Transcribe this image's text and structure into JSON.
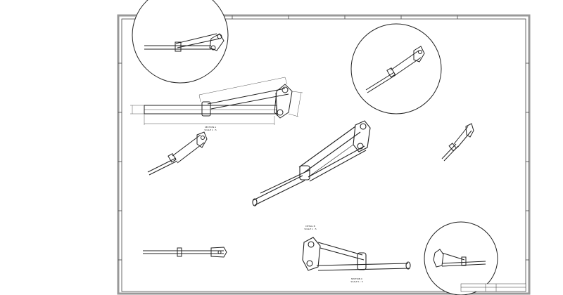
{
  "drawing": {
    "main_view_label": "SECTION A",
    "main_view_sublabel": "SCALE 1 : 5",
    "iso_view_label": "DETAIL B",
    "iso_view_sublabel": "SCALE 1 : 5",
    "bottom_view_label": "SECTION C",
    "bottom_view_sublabel": "SCALE 1 : 5",
    "dimension_overall": "",
    "dimension_short": "",
    "title_block": {
      "title": "",
      "sheet": ""
    }
  },
  "colors": {
    "line": "#222222",
    "border": "#888888",
    "frame": "#555555",
    "background": "#ffffff"
  },
  "icons": [
    "detail-circle",
    "assembly-view",
    "dimension-line",
    "title-block"
  ]
}
